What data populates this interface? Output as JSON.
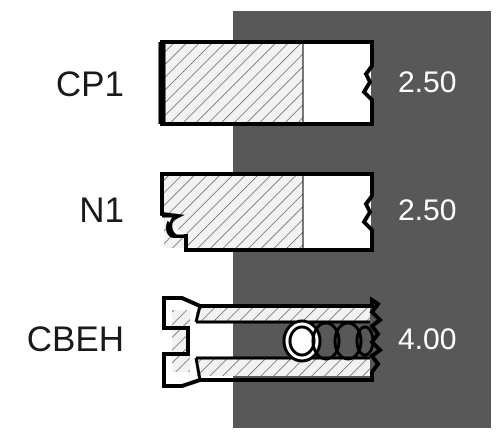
{
  "rings": [
    {
      "name": "CP1",
      "value": "2.50"
    },
    {
      "name": "N1",
      "value": "2.50"
    },
    {
      "name": "CBEH",
      "value": "4.00"
    }
  ],
  "colors": {
    "panel": "#585858",
    "outline": "#000000",
    "hatch": "#555555",
    "ring_fill": "#f2f2f2"
  }
}
